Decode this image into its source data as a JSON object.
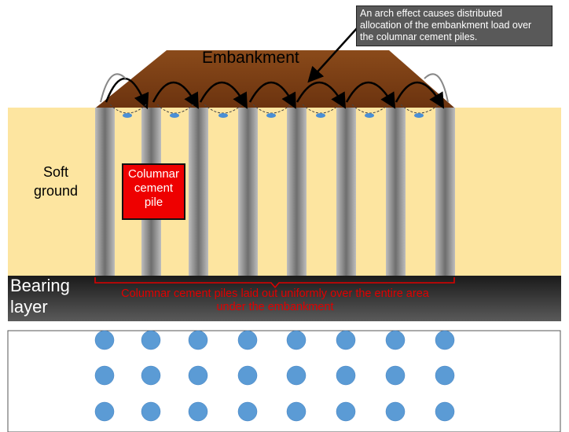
{
  "labels": {
    "embankment": "Embankment",
    "soft_ground_line1": "Soft",
    "soft_ground_line2": "ground",
    "bearing_line1": "Bearing",
    "bearing_line2": "layer",
    "pile_line1": "Columnar",
    "pile_line2": "cement",
    "pile_line3": "pile",
    "callout_line1": "An arch effect causes distributed",
    "callout_line2": "allocation of the embankment load over",
    "callout_line3": "the columnar cement piles.",
    "note_line1": "Columnar cement piles laid out uniformly over the entire area",
    "note_line2": "under the embankment"
  },
  "colors": {
    "soft_ground": "#fde5a0",
    "embankment": "#7b3f14",
    "bearing": "#2a2a2a",
    "pile": "#8c8c8c",
    "plan_dot": "#5b9bd5",
    "callout_bg": "#595959",
    "accent_red": "#e00000"
  },
  "layout_counts": {
    "piles": 8,
    "plan_rows": 3
  }
}
